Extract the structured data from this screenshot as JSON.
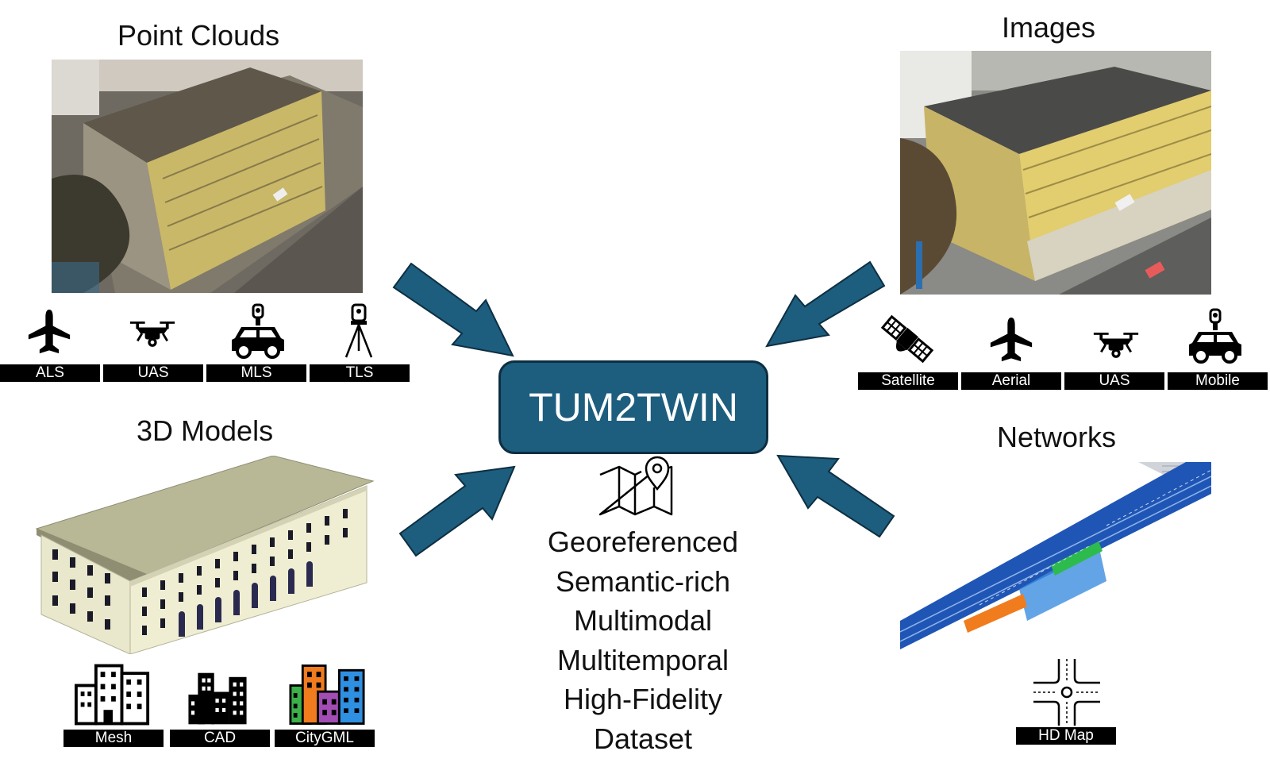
{
  "colors": {
    "accent": "#1d5d7e",
    "accent_dark": "#0d2f42",
    "label_bg": "#000000"
  },
  "sections": {
    "point_clouds": {
      "title": "Point Clouds",
      "sensors": [
        {
          "label": "ALS",
          "icon": "airplane-icon"
        },
        {
          "label": "UAS",
          "icon": "drone-icon"
        },
        {
          "label": "MLS",
          "icon": "mapping-car-icon"
        },
        {
          "label": "TLS",
          "icon": "tripod-scanner-icon"
        }
      ]
    },
    "images": {
      "title": "Images",
      "sensors": [
        {
          "label": "Satellite",
          "icon": "satellite-icon"
        },
        {
          "label": "Aerial",
          "icon": "airplane-icon"
        },
        {
          "label": "UAS",
          "icon": "drone-icon"
        },
        {
          "label": "Mobile",
          "icon": "mapping-car-icon"
        }
      ]
    },
    "models": {
      "title": "3D Models",
      "types": [
        {
          "label": "Mesh",
          "icon": "buildings-outline-icon"
        },
        {
          "label": "CAD",
          "icon": "buildings-solid-icon"
        },
        {
          "label": "CityGML",
          "icon": "buildings-colored-icon"
        }
      ]
    },
    "networks": {
      "title": "Networks",
      "types": [
        {
          "label": "HD Map",
          "icon": "roundabout-icon"
        }
      ]
    }
  },
  "center": {
    "title": "TUM2TWIN",
    "icon": "map-pin-icon",
    "features": [
      "Georeferenced",
      "Semantic-rich",
      "Multimodal",
      "Multitemporal",
      "High-Fidelity",
      "Dataset"
    ]
  }
}
